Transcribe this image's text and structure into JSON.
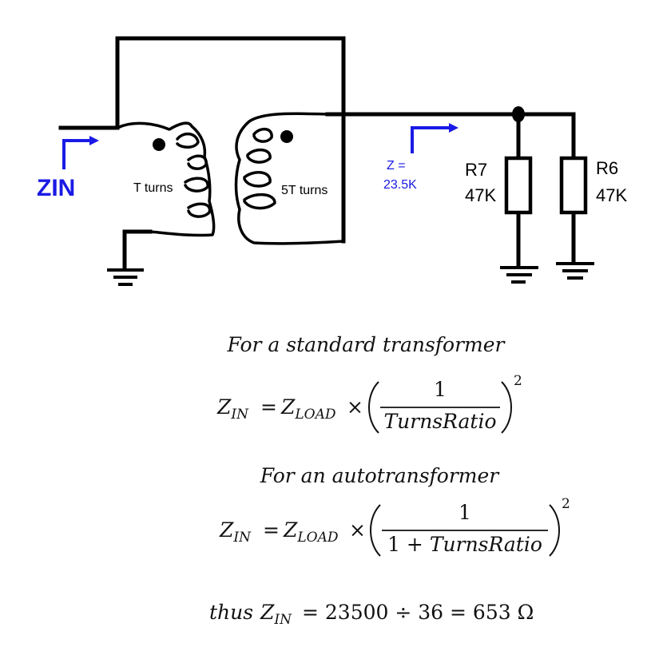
{
  "colors": {
    "wire": "#000000",
    "accent": "#1a1ae6"
  },
  "labels": {
    "zin": "ZIN",
    "primary_turns": "T turns",
    "secondary_turns": "5T turns",
    "z_line1": "Z =",
    "z_line2": "23.5K",
    "r7_name": "R7",
    "r7_value": "47K",
    "r6_name": "R6",
    "r6_value": "47K"
  },
  "equations": {
    "heading1": "For a standard transformer",
    "heading2": "For an autotransformer",
    "z": "Z",
    "sub_in": "IN",
    "sub_load": "LOAD",
    "equals": "=",
    "times": "×",
    "one": "1",
    "turns_ratio": "TurnsRatio",
    "one_plus": "1 +",
    "exponent": "2",
    "thus": "thus",
    "result_rhs": "= 23500 ÷ 36 = 653 Ω"
  }
}
